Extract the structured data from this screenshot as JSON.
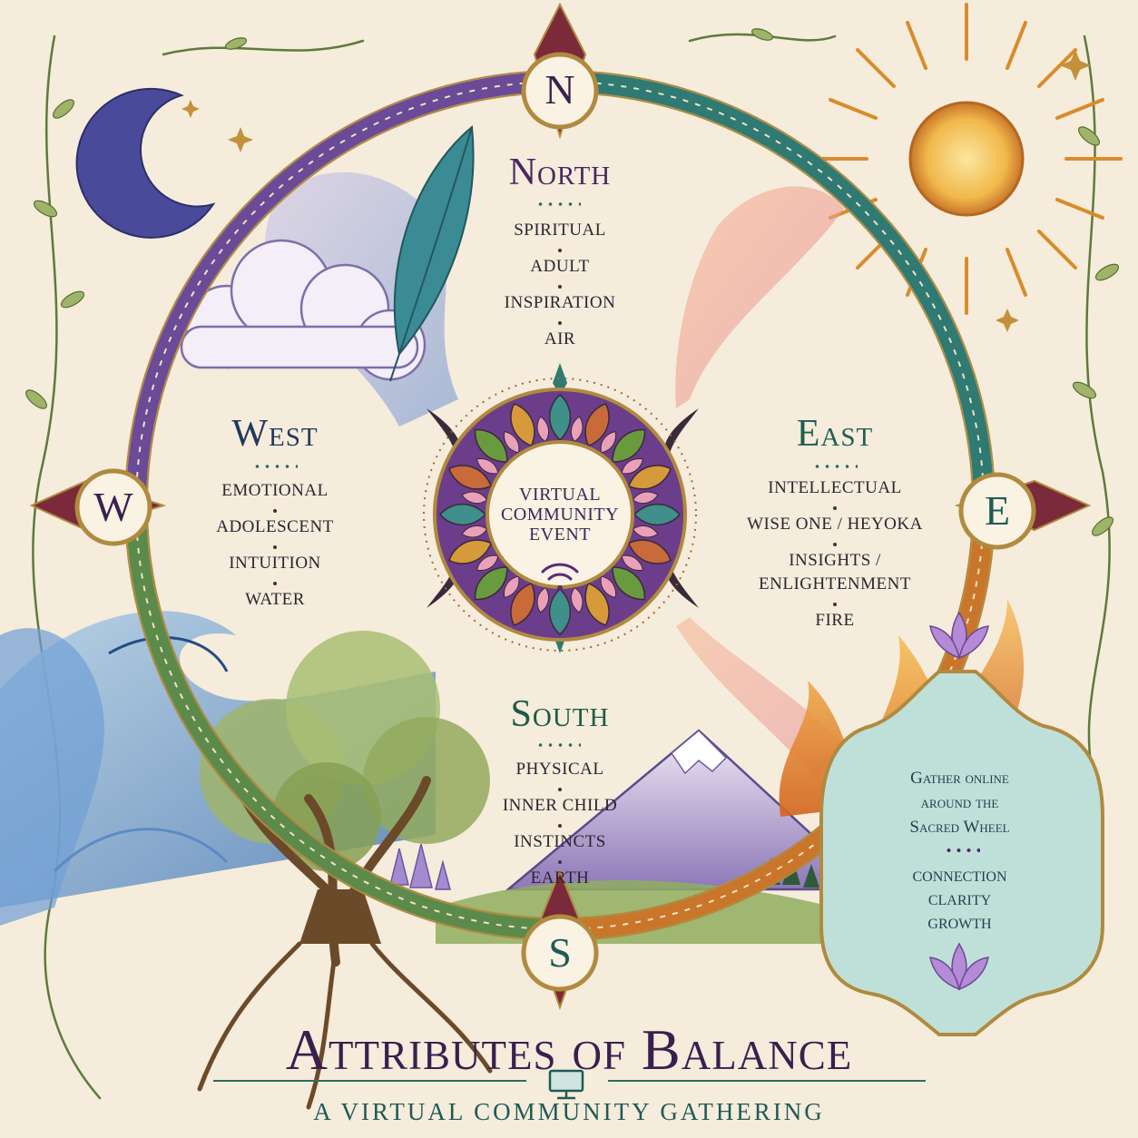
{
  "directions": {
    "north": {
      "letter": "N",
      "title": "North",
      "attributes": [
        "Spiritual",
        "Adult",
        "Inspiration",
        "Air"
      ]
    },
    "west": {
      "letter": "W",
      "title": "West",
      "attributes": [
        "Emotional",
        "Adolescent",
        "Intuition",
        "Water"
      ]
    },
    "east": {
      "letter": "E",
      "title": "East",
      "attributes": [
        "Intellectual",
        "Wise One / Heyoka",
        "Insights /",
        "Enlightenment",
        "Fire"
      ]
    },
    "south": {
      "letter": "S",
      "title": "South",
      "attributes": [
        "Physical",
        "Inner Child",
        "Instincts",
        "Earth"
      ]
    }
  },
  "center": {
    "lines": [
      "Virtual",
      "Community",
      "Event"
    ],
    "icon": "wifi-icon"
  },
  "info_panel": {
    "heading_lines": [
      "Gather online",
      "around the",
      "Sacred Wheel"
    ],
    "values": [
      "Connection",
      "Clarity",
      "Growth"
    ]
  },
  "title": "Attributes of Balance",
  "subtitle": "A Virtual Community Gathering",
  "icons": [
    "moon-icon",
    "sun-icon",
    "feather-icon",
    "cloud-icon",
    "wave-icon",
    "tree-icon",
    "mountain-icon",
    "flame-icon",
    "lotus-icon",
    "monitor-icon"
  ],
  "colors": {
    "parchment": "#f5ecdc",
    "purple": "#5b3a7e",
    "teal": "#1f5a55",
    "orange": "#c9762a",
    "gold": "#b08a3e"
  }
}
